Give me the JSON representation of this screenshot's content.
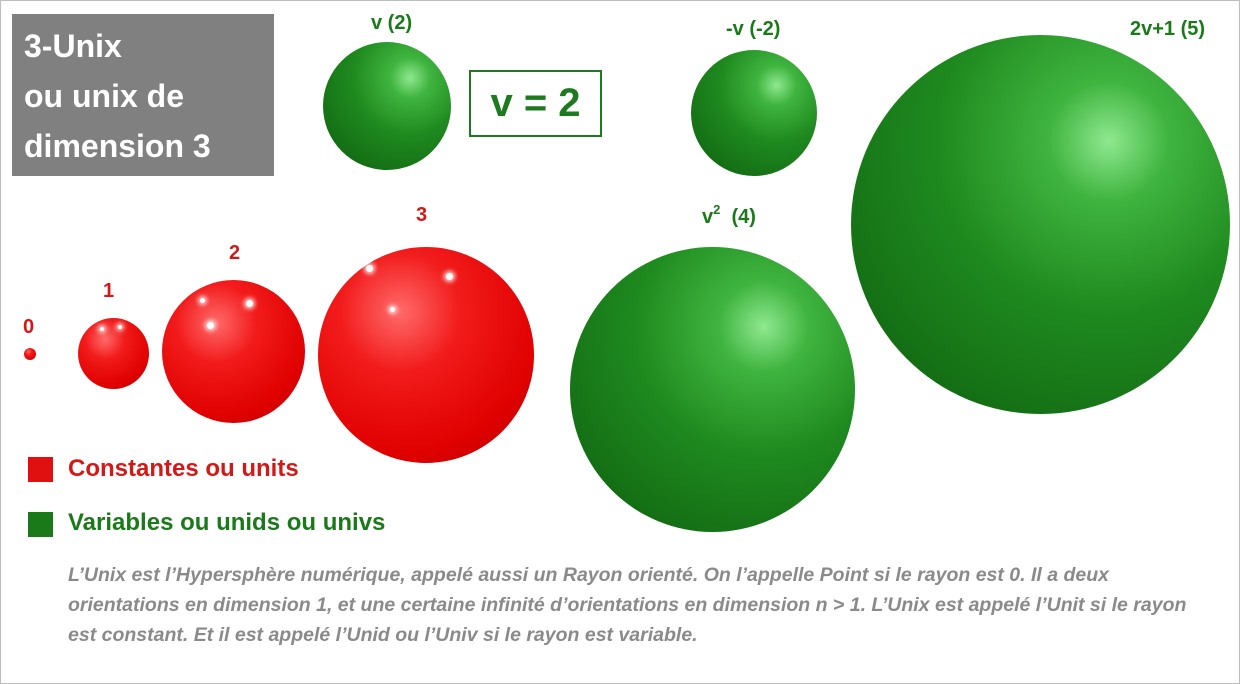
{
  "title": {
    "line1": "3-Unix",
    "line2": "ou unix de",
    "line3": "dimension 3"
  },
  "v_box": "v = 2",
  "spheres": {
    "s0": {
      "label": "0",
      "radius": 0
    },
    "s1": {
      "label": "1",
      "radius": 1
    },
    "s2": {
      "label": "2",
      "radius": 2
    },
    "s3": {
      "label": "3",
      "radius": 3
    },
    "v": {
      "label": "v  (2)",
      "radius": 2
    },
    "neg_v": {
      "label": "-v  (-2)",
      "radius": -2
    },
    "v2": {
      "label_base": "v",
      "label_sup": "2",
      "label_rest": "  (4)",
      "radius": 4
    },
    "two_v_plus_1": {
      "label": "2v+1  (5)",
      "radius": 5
    }
  },
  "legend": {
    "constants": {
      "text": "Constantes ou units",
      "color": "#e01010"
    },
    "variables": {
      "text": "Variables ou unids ou univs",
      "color": "#1a7a1a"
    }
  },
  "caption": "L’Unix est l’Hypersphère numérique, appelé aussi un Rayon orienté. On l’appelle Point si le rayon est 0. Il a deux orientations en dimension 1, et une certaine infinité d’orientations en dimension n > 1. L’Unix est appelé l’Unit si le rayon est constant. Et il est appelé l’Unid ou l’Univ si le rayon est variable.",
  "colors": {
    "red": "#e00000",
    "green": "#1f8a1f",
    "title_bg": "#808080",
    "caption_text": "#8a8a8a"
  }
}
